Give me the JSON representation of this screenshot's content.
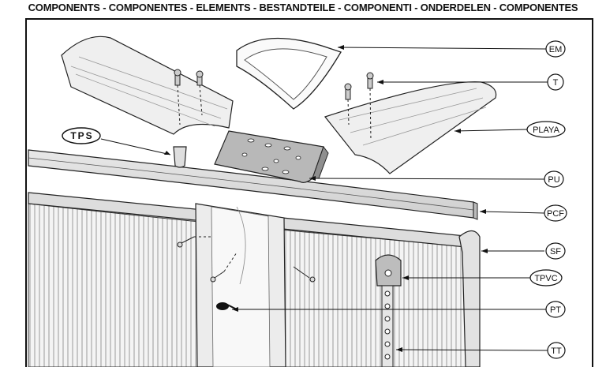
{
  "heading": "COMPONENTS - COMPONENTES - ELEMENTS - BESTANDTEILE - COMPONENTI - ONDERDELEN - COMPONENTES",
  "labels": {
    "em": "EM",
    "t": "T",
    "playa": "PLAYA",
    "pu": "PU",
    "pcf": "PCF",
    "sf": "SF",
    "tpvc": "TPVC",
    "pt": "PT",
    "tt": "TT",
    "tps": "TPS"
  }
}
